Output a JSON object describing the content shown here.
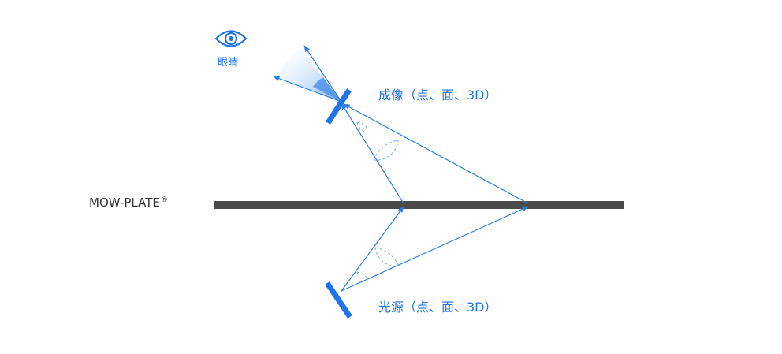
{
  "colors": {
    "ray": "#2b7fe0",
    "mirror": "#1e74e8",
    "plate": "#4a4a4a",
    "text_dark": "#333333",
    "text_blue": "#1e74e8"
  },
  "icons": {
    "eye": "eye-icon"
  },
  "labels": {
    "plate": "MOW-PLATE",
    "plate_mark": "®",
    "eye": "眼睛",
    "image": "成像（点、面、3D）",
    "source": "光源（点、面、3D）"
  }
}
